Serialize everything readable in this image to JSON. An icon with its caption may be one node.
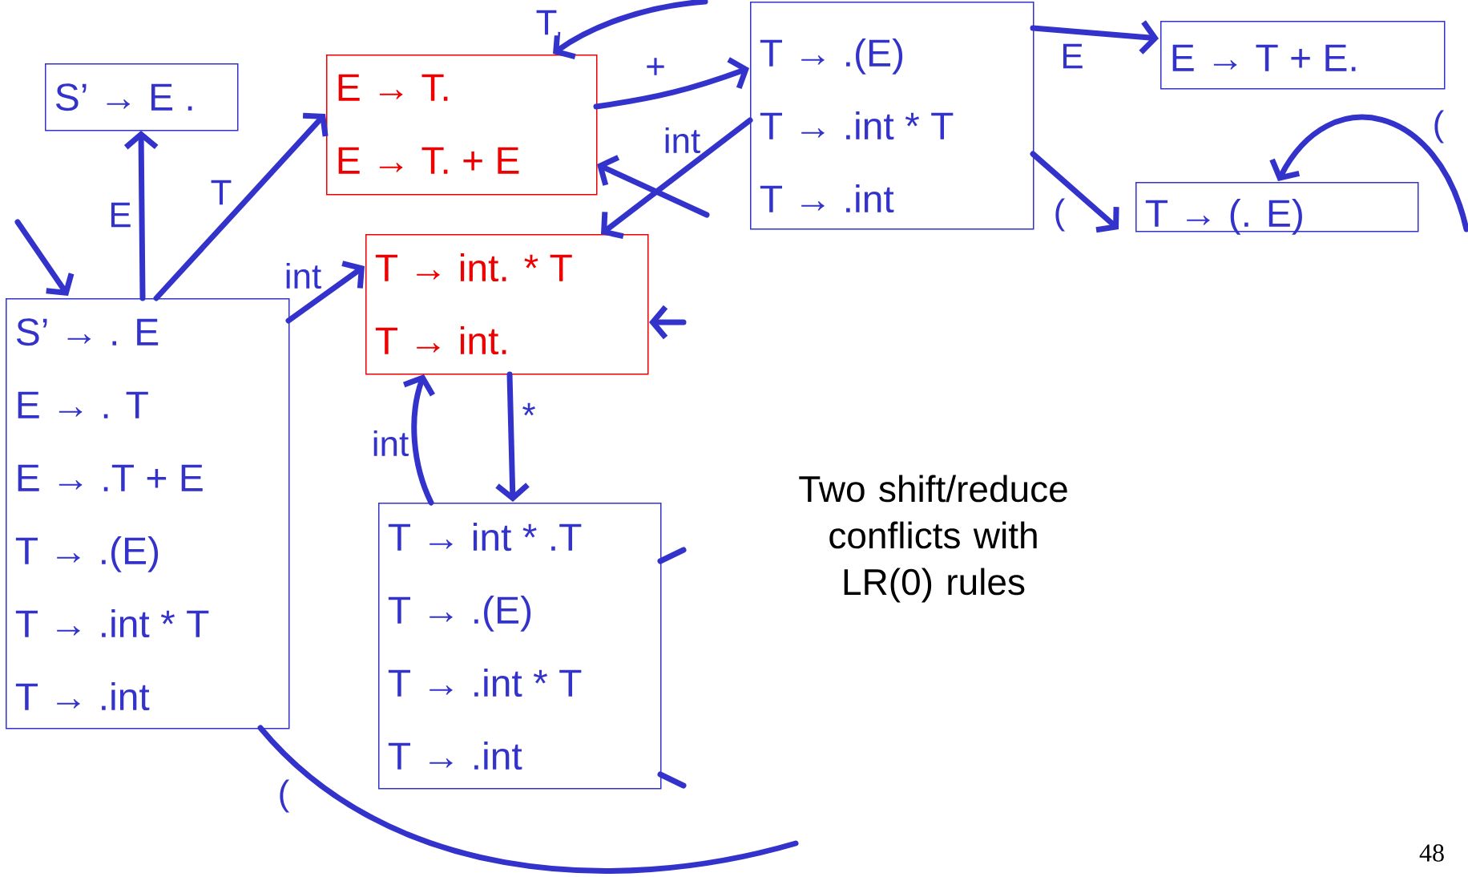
{
  "diagram": {
    "nodes": [
      {
        "text": [
          "S’ → E ."
        ]
      },
      {
        "text": [
          "E → T.",
          "E → T. + E"
        ]
      },
      {
        "text": [
          "T → .(E)",
          "T → .int * T",
          "T → .int"
        ]
      },
      {
        "text": [
          "E → T + E."
        ]
      },
      {
        "text": [
          "T → (. E)"
        ]
      },
      {
        "text": [
          "T → int. * T",
          "T → int."
        ]
      },
      {
        "text": [
          "S’ → . E",
          "E → . T",
          "E → .T + E",
          "T → .(E)",
          "T → .int * T",
          "T → .int"
        ]
      },
      {
        "text": [
          "T → int * .T",
          "T → .(E)",
          "T → .int * T",
          "T → .int"
        ]
      }
    ],
    "edges": [
      {
        "from": null,
        "to": 6,
        "arrow": "to"
      },
      {
        "from": 6,
        "to": 0,
        "arrow": "to",
        "label": "E"
      },
      {
        "from": 6,
        "to": 1,
        "arrow": "to",
        "label": "T"
      },
      {
        "from": 6,
        "to": 5,
        "arrow": "to",
        "label": "int"
      },
      {
        "from": 1,
        "to": 2,
        "arrow": "to",
        "label": "+"
      },
      {
        "from": 2,
        "to": 5,
        "arrow": "to",
        "label": "int"
      },
      {
        "from": null,
        "to": 1,
        "arrow": "to"
      },
      {
        "from": null,
        "to": 1,
        "arrow": "to",
        "label": "T"
      },
      {
        "from": 2,
        "to": 3,
        "arrow": "to",
        "label": "E"
      },
      {
        "from": 2,
        "to": 4,
        "arrow": "to",
        "label": "("
      },
      {
        "from": null,
        "to": 4,
        "arrow": "to",
        "label": "("
      },
      {
        "from": null,
        "to": 5,
        "arrow": "to"
      },
      {
        "from": 7,
        "to": 5,
        "arrow": "to",
        "label": "int"
      },
      {
        "from": 5,
        "to": 7,
        "arrow": "to",
        "label": "*"
      },
      {
        "from": 7,
        "to": null,
        "arrow": "none"
      },
      {
        "from": 7,
        "to": null,
        "arrow": "none"
      },
      {
        "from": 6,
        "to": null,
        "arrow": "none",
        "label": "("
      }
    ],
    "labels": [
      "Two shift/reduce conflicts with LR(0) rules",
      "48"
    ]
  }
}
